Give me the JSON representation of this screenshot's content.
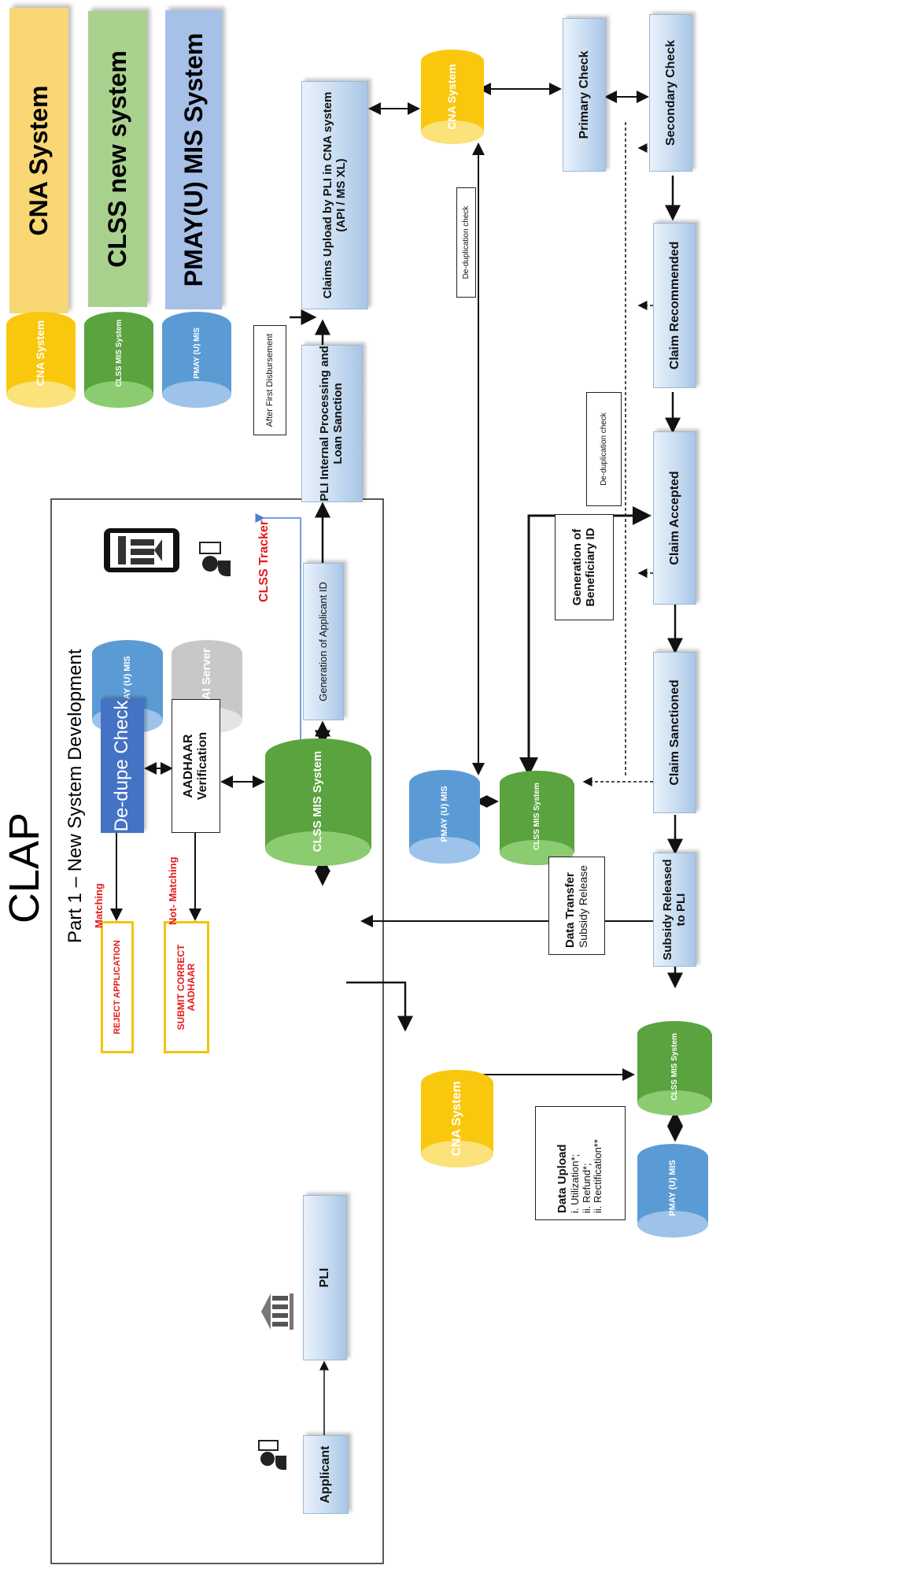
{
  "title": "CLAP",
  "section_label": "Part 1 – New System Development",
  "legend": {
    "cna": {
      "text": "CNA System",
      "cyl": "CNA System",
      "color": "#f8d774"
    },
    "clss": {
      "text": "CLSS new  system",
      "cyl": "CLSS MIS System",
      "color": "#a9d18e"
    },
    "pmay": {
      "text": "PMAY(U) MIS System",
      "cyl": "PMAY (U) MIS",
      "color": "#a6c0e8"
    }
  },
  "databases": {
    "pmay_top": "PMAY (U) MIS",
    "uidai": "UIDAI Server",
    "clss_main": "CLSS MIS System",
    "cna_mid": "CNA System",
    "cna_top": "CNA System",
    "pmay_mid": "PMAY (U) MIS",
    "clss_mid": "CLSS MIS System",
    "clss_bottom": "CLSS MIS System",
    "pmay_bottom": "PMAY (U) MIS"
  },
  "boxes": {
    "dedupe": "De-dupe Check",
    "aadhaar": "AADHAAR Verification",
    "reject": "REJECT APPLICATION",
    "submit": "SUBMIT CORRECT AADHAAR",
    "applicant": "Applicant",
    "pli": "PLI",
    "gen_app_id": "Generation of Applicant ID",
    "pli_internal": "PLI Internal Processing and Loan Sanction",
    "after_disb": "After First Disbursement",
    "claims_upload": "Claims Upload by PLI in CNA system (API / MS XL)",
    "dedup_check_1": "De-duplication check",
    "dedup_check_2": "De-duplication check",
    "primary": "Primary Check",
    "secondary": "Secondary Check",
    "recommended": "Claim Recommended",
    "accepted": "Claim Accepted",
    "sanctioned": "Claim Sanctioned",
    "released": "Subsidy Released to PLI",
    "gen_ben_id": "Generation of Beneficiary ID",
    "data_transfer_title": "Data Transfer",
    "data_transfer_body": "Subsidy Release",
    "data_upload_title": "Data Upload",
    "data_upload_items": [
      "i.  Utilization*;",
      "ii. Refund*;",
      "ii. Rectification**"
    ]
  },
  "labels": {
    "matching": "Matching",
    "not_matching": "Not- Matching",
    "tracker": "CLSS Tracker"
  },
  "colors": {
    "cna": "#f9c80e",
    "clss": "#5aa33f",
    "pmay": "#5b9bd5",
    "uidai": "#c8c8c8",
    "dedupe": "#4472c4",
    "red": "#e31b1b"
  }
}
